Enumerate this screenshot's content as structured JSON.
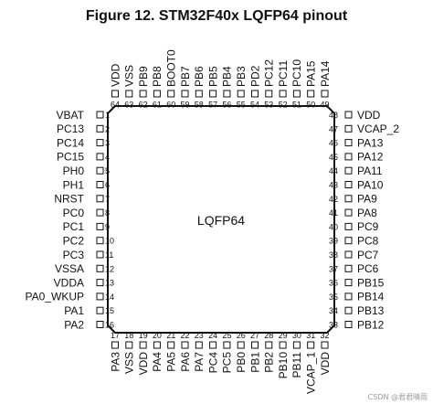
{
  "title": "Figure 12. STM32F40x LQFP64 pinout",
  "chip_label": "LQFP64",
  "watermark": "CSDN @君君晴雨",
  "left_pins": [
    {
      "num": "1",
      "label": "VBAT"
    },
    {
      "num": "2",
      "label": "PC13"
    },
    {
      "num": "3",
      "label": "PC14"
    },
    {
      "num": "4",
      "label": "PC15"
    },
    {
      "num": "5",
      "label": "PH0"
    },
    {
      "num": "6",
      "label": "PH1"
    },
    {
      "num": "7",
      "label": "NRST"
    },
    {
      "num": "8",
      "label": "PC0"
    },
    {
      "num": "9",
      "label": "PC1"
    },
    {
      "num": "10",
      "label": "PC2"
    },
    {
      "num": "11",
      "label": "PC3"
    },
    {
      "num": "12",
      "label": "VSSA"
    },
    {
      "num": "13",
      "label": "VDDA"
    },
    {
      "num": "14",
      "label": "PA0_WKUP"
    },
    {
      "num": "15",
      "label": "PA1"
    },
    {
      "num": "16",
      "label": "PA2"
    }
  ],
  "bottom_pins": [
    {
      "num": "17",
      "label": "PA3"
    },
    {
      "num": "18",
      "label": "VSS"
    },
    {
      "num": "19",
      "label": "VDD"
    },
    {
      "num": "20",
      "label": "PA4"
    },
    {
      "num": "21",
      "label": "PA5"
    },
    {
      "num": "22",
      "label": "PA6"
    },
    {
      "num": "23",
      "label": "PA7"
    },
    {
      "num": "24",
      "label": "PC4"
    },
    {
      "num": "25",
      "label": "PC5"
    },
    {
      "num": "26",
      "label": "PB0"
    },
    {
      "num": "27",
      "label": "PB1"
    },
    {
      "num": "28",
      "label": "PB2"
    },
    {
      "num": "29",
      "label": "PB10"
    },
    {
      "num": "30",
      "label": "PB11"
    },
    {
      "num": "31",
      "label": "VCAP_1"
    },
    {
      "num": "32",
      "label": "VDD"
    }
  ],
  "right_pins": [
    {
      "num": "48",
      "label": "VDD"
    },
    {
      "num": "47",
      "label": "VCAP_2"
    },
    {
      "num": "46",
      "label": "PA13"
    },
    {
      "num": "45",
      "label": "PA12"
    },
    {
      "num": "44",
      "label": "PA11"
    },
    {
      "num": "43",
      "label": "PA10"
    },
    {
      "num": "42",
      "label": "PA9"
    },
    {
      "num": "41",
      "label": "PA8"
    },
    {
      "num": "40",
      "label": "PC9"
    },
    {
      "num": "39",
      "label": "PC8"
    },
    {
      "num": "38",
      "label": "PC7"
    },
    {
      "num": "37",
      "label": "PC6"
    },
    {
      "num": "36",
      "label": "PB15"
    },
    {
      "num": "35",
      "label": "PB14"
    },
    {
      "num": "34",
      "label": "PB13"
    },
    {
      "num": "33",
      "label": "PB12"
    }
  ],
  "top_pins": [
    {
      "num": "64",
      "label": "VDD"
    },
    {
      "num": "63",
      "label": "VSS"
    },
    {
      "num": "62",
      "label": "PB9"
    },
    {
      "num": "61",
      "label": "PB8"
    },
    {
      "num": "60",
      "label": "BOOT0"
    },
    {
      "num": "59",
      "label": "PB7"
    },
    {
      "num": "58",
      "label": "PB6"
    },
    {
      "num": "57",
      "label": "PB5"
    },
    {
      "num": "56",
      "label": "PB4"
    },
    {
      "num": "55",
      "label": "PB3"
    },
    {
      "num": "54",
      "label": "PD2"
    },
    {
      "num": "53",
      "label": "PC12"
    },
    {
      "num": "52",
      "label": "PC11"
    },
    {
      "num": "51",
      "label": "PC10"
    },
    {
      "num": "50",
      "label": "PA15"
    },
    {
      "num": "49",
      "label": "PA14"
    }
  ]
}
